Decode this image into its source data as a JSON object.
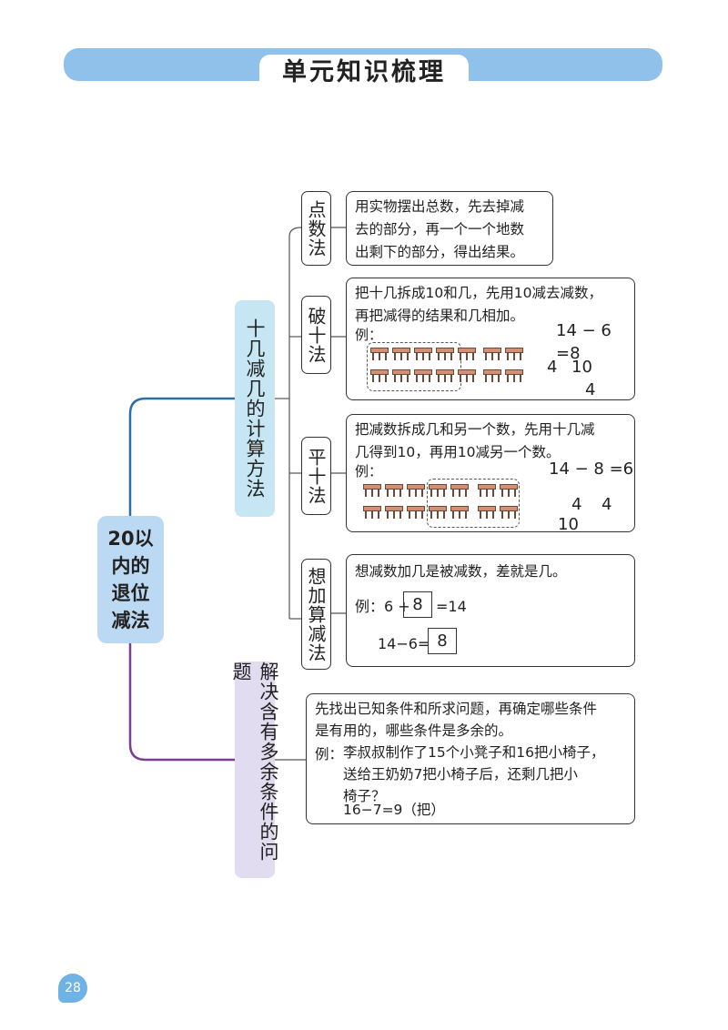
{
  "header": {
    "title": "单元知识梳理"
  },
  "root": {
    "lines": [
      "20以",
      "内的",
      "退位",
      "减法"
    ]
  },
  "branches": [
    {
      "label": "十几减几的计算方法"
    },
    {
      "label": "解决含有多余条件的问题"
    }
  ],
  "methods": [
    {
      "name": "点数法",
      "lines": [
        "用实物摆出总数，先去掉减",
        "去的部分，再一个一个地数",
        "出剩下的部分，得出结果。"
      ]
    },
    {
      "name": "破十法",
      "lines": [
        "把十几拆成10和几，先用10减去减数，",
        "再把减得的结果和几相加。"
      ],
      "example_label": "例：",
      "equation": "14 − 6 =8",
      "split_left": "4",
      "split_right": "10",
      "result": "4"
    },
    {
      "name": "平十法",
      "lines": [
        "把减数拆成几和另一个数，先用十几减",
        "几得到10，再用10减另一个数。"
      ],
      "example_label": "例：",
      "equation": "14 − 8 =6",
      "split_left": "4",
      "split_right": "4",
      "result": "10"
    },
    {
      "name": "想加算减法",
      "lines": [
        "想减数加几是被减数，差就是几。"
      ],
      "ex1_prefix": "例：6 +",
      "ex1_box": "8",
      "ex1_suffix": "=14",
      "ex2_prefix": "14−6=",
      "ex2_box": "8"
    }
  ],
  "problem": {
    "lines": [
      "先找出已知条件和所求问题，再确定哪些条件",
      "是有用的，哪些条件是多余的。"
    ],
    "example_label": "例：",
    "example_lines": [
      "李叔叔制作了15个小凳子和16把小椅子，",
      "送给王奶奶7把小椅子后，还剩几把小",
      "椅子？",
      "16−7=9（把）"
    ]
  },
  "page_number": "28",
  "colors": {
    "banner": "#8fc1ea",
    "root": "#bcd9f3",
    "branch1": "#c7e6f3",
    "branch2": "#e2dcf0",
    "line1": "#2c6fa8",
    "line2": "#7a3f8f",
    "desk": "#d58f72"
  }
}
